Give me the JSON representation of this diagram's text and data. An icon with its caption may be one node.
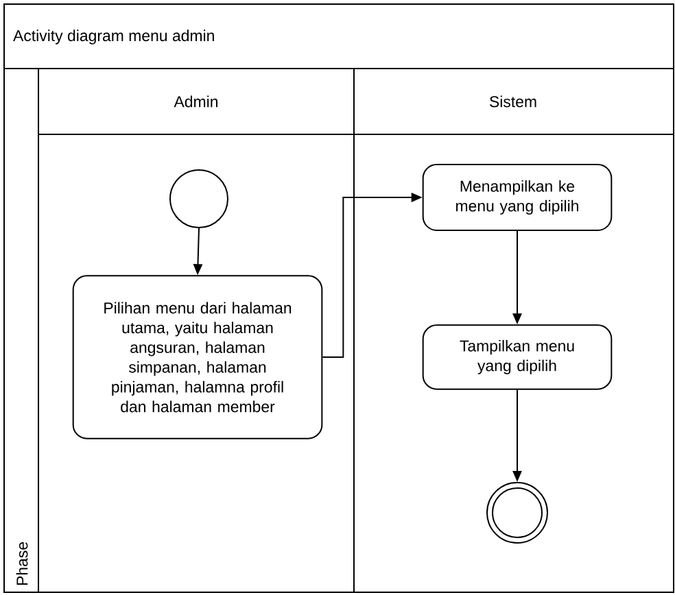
{
  "diagram": {
    "title": "Activity diagram menu admin",
    "nodes": [
      {
        "text": [
          "Admin"
        ]
      },
      {
        "text": [
          "Sistem"
        ]
      },
      {
        "text": [
          "Phase"
        ]
      },
      {
        "text": [],
        "shape": "circle",
        "in": 0
      },
      {
        "text": [
          "Pilihan menu dari halaman utama, yaitu halaman angsuran, halaman simpanan, halaman pinjaman, halamna profil dan halaman member"
        ],
        "in": 0
      },
      {
        "text": [
          "Menampilkan ke menu yang dipilih"
        ],
        "in": 1
      },
      {
        "text": [
          "Tampilkan menu yang dipilih"
        ],
        "in": 1
      },
      {
        "text": [],
        "shape": "circle",
        "in": 1
      }
    ],
    "edges": [
      {
        "from": 3,
        "to": 4,
        "arrow": "to"
      },
      {
        "from": 4,
        "to": 5,
        "arrow": "to"
      },
      {
        "from": 5,
        "to": 6,
        "arrow": "to"
      },
      {
        "from": 6,
        "to": 7,
        "arrow": "to"
      }
    ]
  }
}
